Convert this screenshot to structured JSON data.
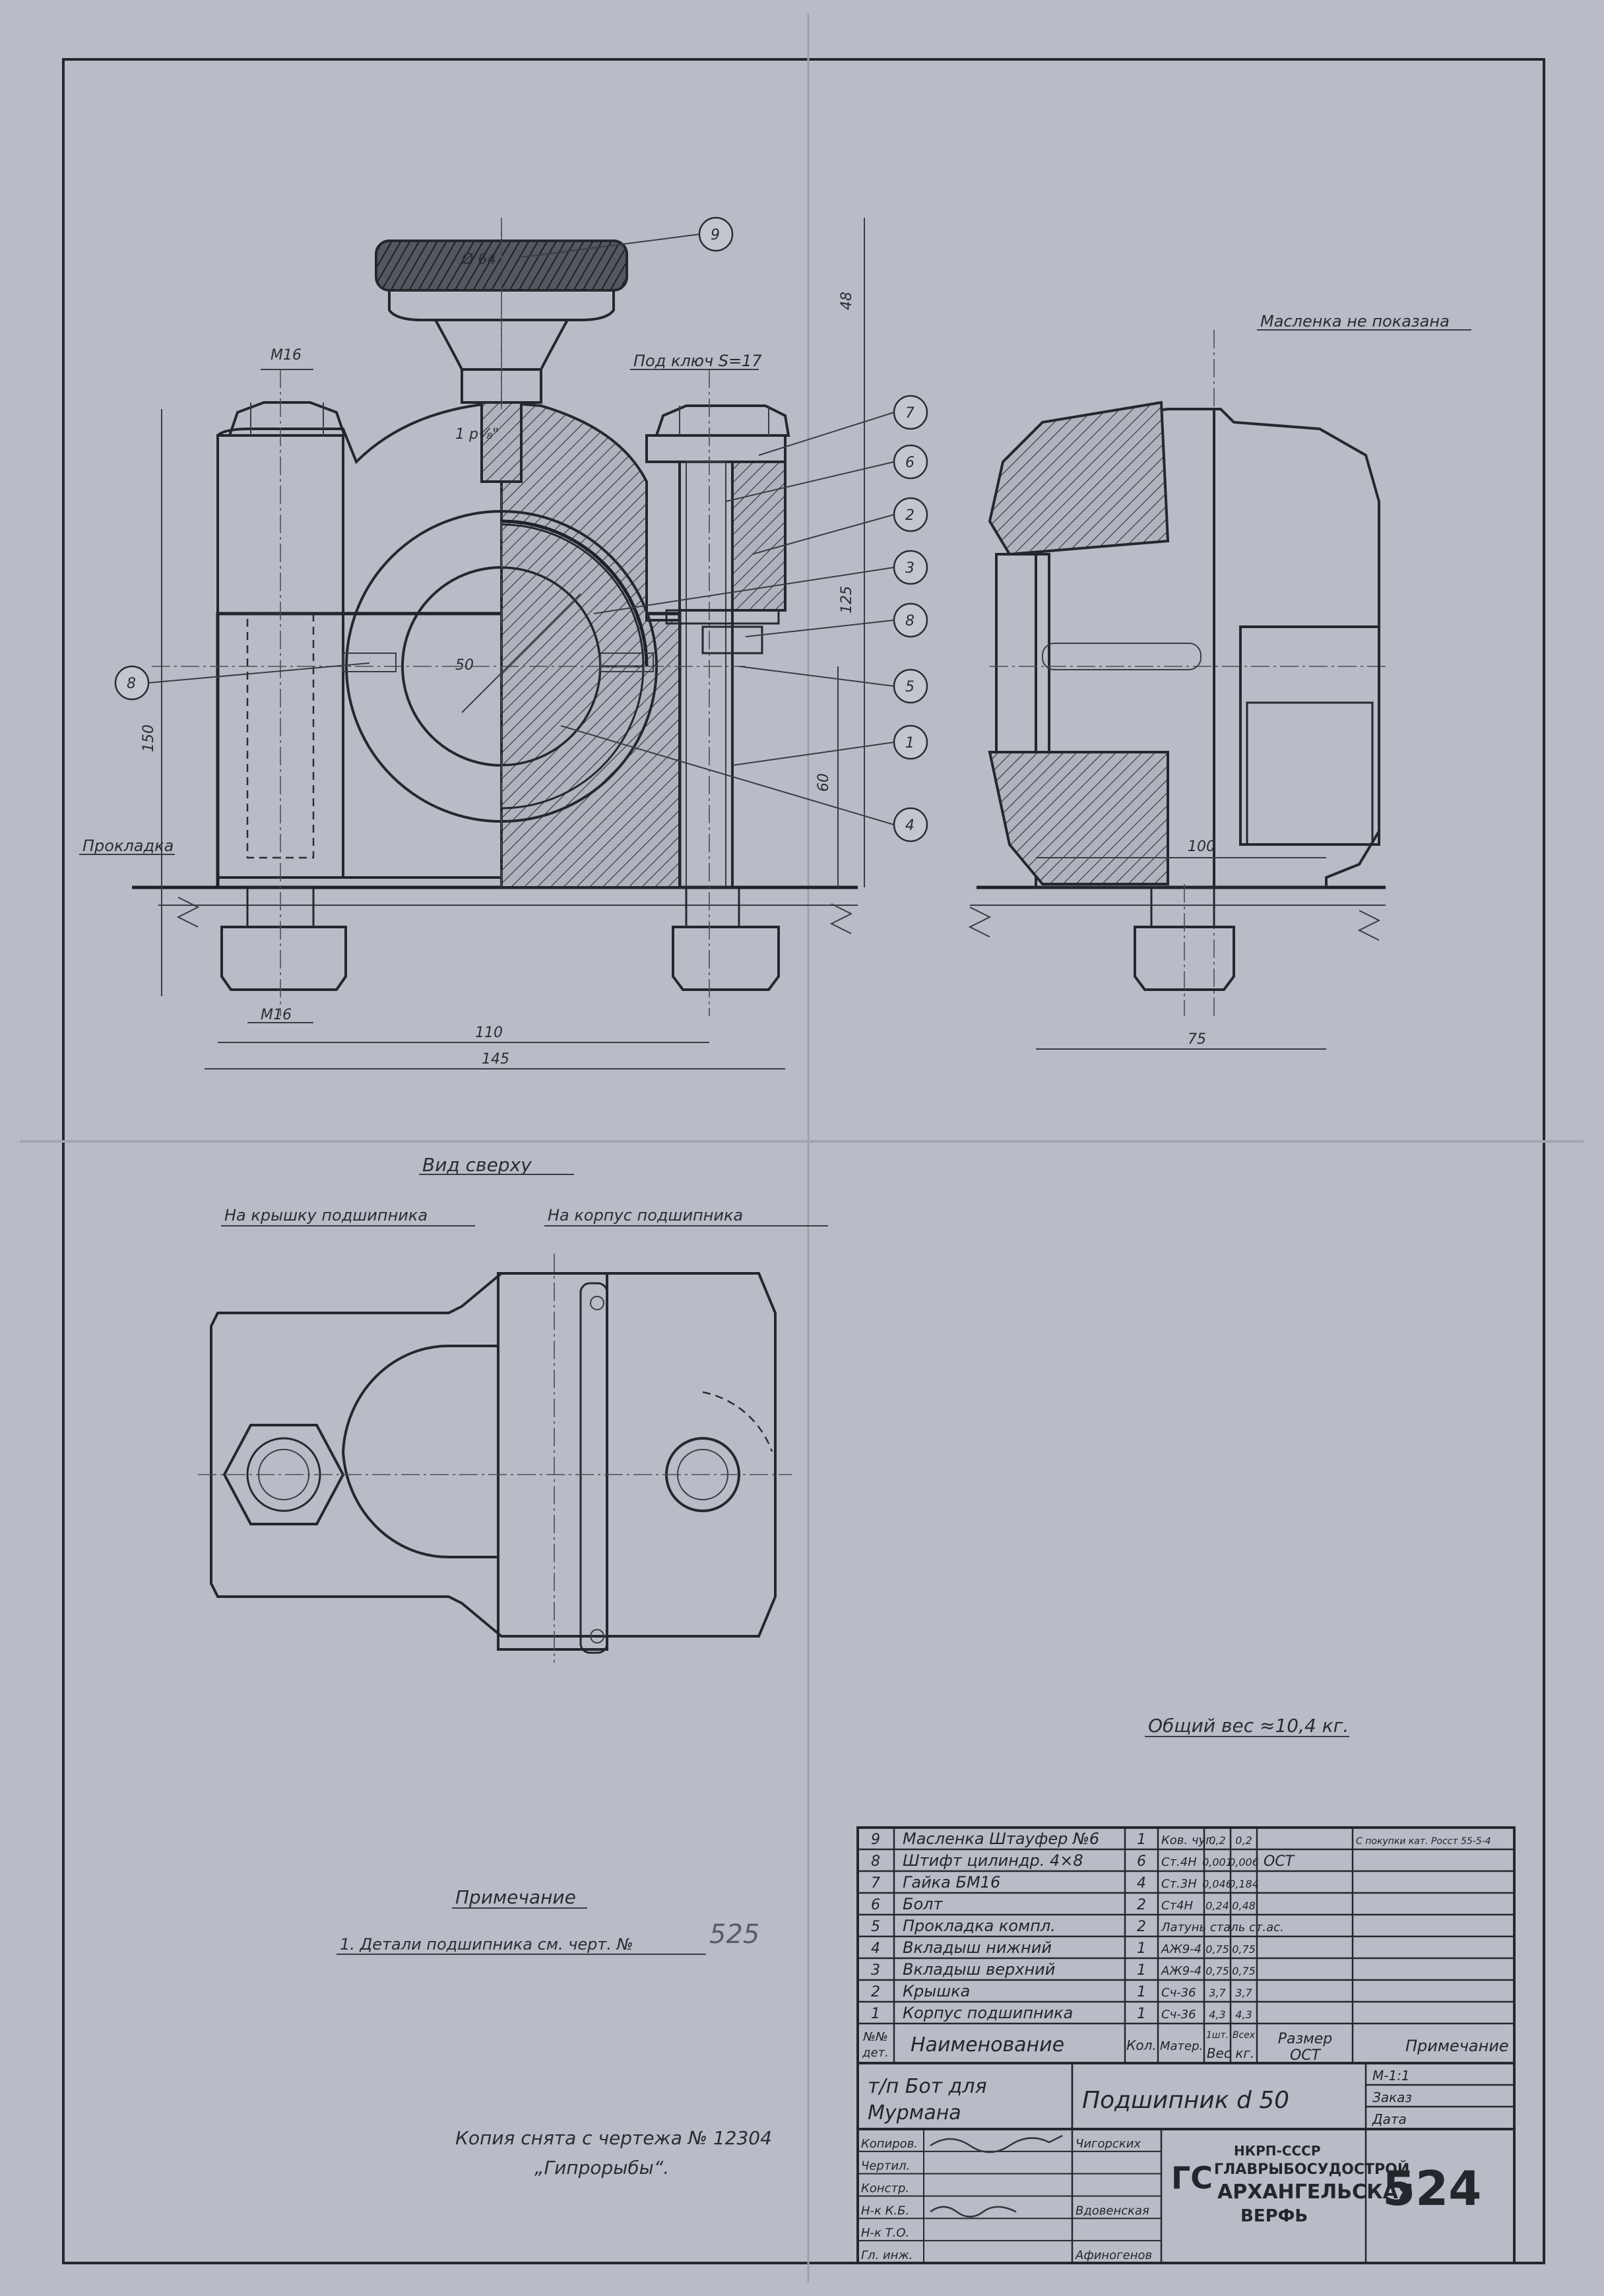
{
  "views": {
    "top_view_title": "Вид сверху",
    "top_view_left_caption": "На крышку подшипника",
    "top_view_right_caption": "На корпус подшипника",
    "greaser_not_shown": "Масленка не показана",
    "wrench_note": "Под ключ S=17",
    "gasket_label": "Прокладка",
    "pipe_thread": "1 p⅛\"",
    "knurl_dia": "Ø 64"
  },
  "dimensions": {
    "m16_top": "M16",
    "m16_bottom": "M16",
    "d48": "48",
    "d125": "125",
    "d60": "60",
    "d150": "150",
    "d50": "50",
    "d110": "110",
    "d145": "145",
    "d100": "100",
    "d75": "75"
  },
  "balloons": [
    "9",
    "7",
    "6",
    "2",
    "3",
    "8",
    "5",
    "1",
    "4",
    "8"
  ],
  "weight_note": "Общий вес ≈10,4 кг.",
  "note": {
    "heading": "Примечание",
    "text": "1. Детали подшипника см. черт. №",
    "ref": "525"
  },
  "copy_note": {
    "line1": "Копия снята с чертежа № 12304",
    "line2": "„Гипрорыбы“."
  },
  "bom": {
    "rows": [
      {
        "no": "9",
        "name": "Масленка Штауфер №6",
        "qty": "1",
        "material": "Ков. чуг.",
        "w1": "0,2",
        "w2": "0,2",
        "size": "",
        "note": "С покупки кат. Росст 55-5-4"
      },
      {
        "no": "8",
        "name": "Штифт цилиндр. 4×8",
        "qty": "6",
        "material": "Ст.4Н",
        "w1": "0,001",
        "w2": "0,006",
        "size": "ОСТ",
        "note": ""
      },
      {
        "no": "7",
        "name": "Гайка БМ16",
        "qty": "4",
        "material": "Ст.3Н",
        "w1": "0,046",
        "w2": "0,184",
        "size": "",
        "note": ""
      },
      {
        "no": "6",
        "name": "Болт",
        "qty": "2",
        "material": "Ст4Н",
        "w1": "0,24",
        "w2": "0,48",
        "size": "",
        "note": ""
      },
      {
        "no": "5",
        "name": "Прокладка компл.",
        "qty": "2",
        "material": "Латунь сталь ст.ас.",
        "w1": "",
        "w2": "",
        "size": "",
        "note": ""
      },
      {
        "no": "4",
        "name": "Вкладыш нижний",
        "qty": "1",
        "material": "АЖ9-4",
        "w1": "0,75",
        "w2": "0,75",
        "size": "",
        "note": ""
      },
      {
        "no": "3",
        "name": "Вкладыш верхний",
        "qty": "1",
        "material": "АЖ9-4",
        "w1": "0,75",
        "w2": "0,75",
        "size": "",
        "note": ""
      },
      {
        "no": "2",
        "name": "Крышка",
        "qty": "1",
        "material": "Сч-36",
        "w1": "3,7",
        "w2": "3,7",
        "size": "",
        "note": ""
      },
      {
        "no": "1",
        "name": "Корпус подшипника",
        "qty": "1",
        "material": "Сч-36",
        "w1": "4,3",
        "w2": "4,3",
        "size": "",
        "note": ""
      }
    ],
    "header": {
      "no": "№№ дет.",
      "name": "Наименование",
      "qty": "Кол.",
      "material": "Матер.",
      "w1": "1шт.",
      "w2": "Всех",
      "weight": "Вес кг.",
      "size": "Размер ОСТ",
      "note": "Примечание"
    }
  },
  "titleblock": {
    "vessel_line1": "т/п Бот для",
    "vessel_line2": "Мурмана",
    "title": "Подшипник d 50",
    "scale": "М-1:1",
    "order_label": "Заказ",
    "date_label": "Дата",
    "roles": [
      "Копиров.",
      "Чертил.",
      "Констр.",
      "Н-к К.Б.",
      "Н-к Т.О.",
      "Гл. инж."
    ],
    "names": [
      "Чигорских",
      "Вдовенская",
      "Афиногенов"
    ],
    "org_line1": "НКРП-СССР",
    "org_line2": "ГЛАВРЫБОСУДОСТРОЙ",
    "org_line3": "АРХАНГЕЛЬСКАЯ",
    "org_line4": "ВЕРФЬ",
    "org_logo": "ГС",
    "sheet_number": "524"
  },
  "colors": {
    "paper": "#b9bcc6",
    "ink": "#26272d"
  }
}
